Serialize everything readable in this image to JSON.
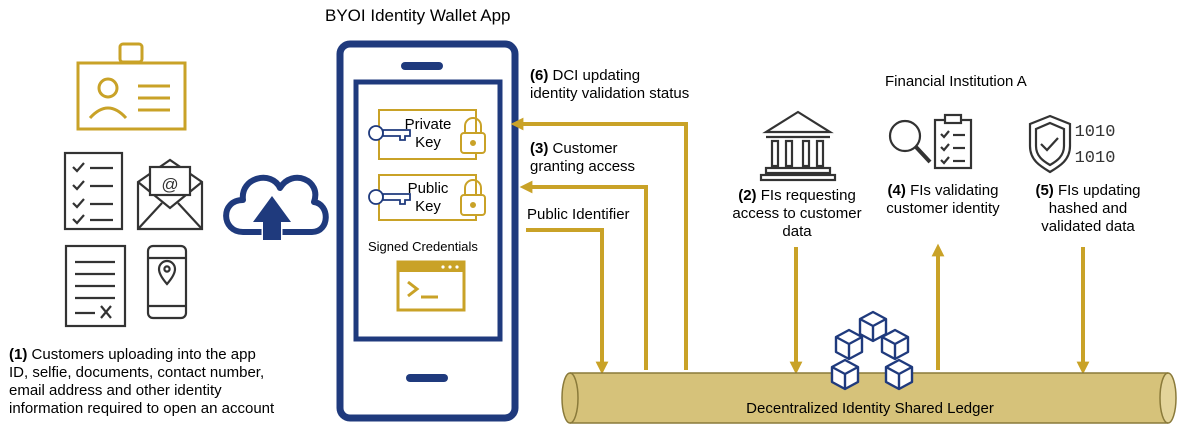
{
  "app_title": "BYOI Identity Wallet App",
  "institution_label": "Financial Institution A",
  "wallet": {
    "private_key": [
      "Private",
      "Key"
    ],
    "public_key": [
      "Public",
      "Key"
    ],
    "signed_credentials": "Signed Credentials"
  },
  "steps": {
    "s1": {
      "num": "(1)",
      "line1": "Customers uploading into the app",
      "line2": "ID, selfie, documents, contact number,",
      "line3": "email address and other identity",
      "line4": "information required to open an account"
    },
    "s2": {
      "num": "(2)",
      "line1": "FIs requesting",
      "line2": "access to customer",
      "line3": "data"
    },
    "s3": {
      "num": "(3)",
      "line1": "Customer",
      "line2": "granting access"
    },
    "s4": {
      "num": "(4)",
      "line1": "FIs validating",
      "line2": "customer identity"
    },
    "s5": {
      "num": "(5)",
      "line1": "FIs updating",
      "line2": "hashed and",
      "line3": "validated data"
    },
    "s6": {
      "num": "(6)",
      "line1": "DCI updating",
      "line2": "identity validation status"
    }
  },
  "public_identifier": "Public Identifier",
  "ledger_label": "Decentralized Identity Shared Ledger",
  "binary_digits": "1010",
  "email_symbol": "@",
  "colors": {
    "navy": "#1f3a7d",
    "gold": "#c9a227",
    "ledger": "#d6c27a",
    "gray": "#333333"
  }
}
